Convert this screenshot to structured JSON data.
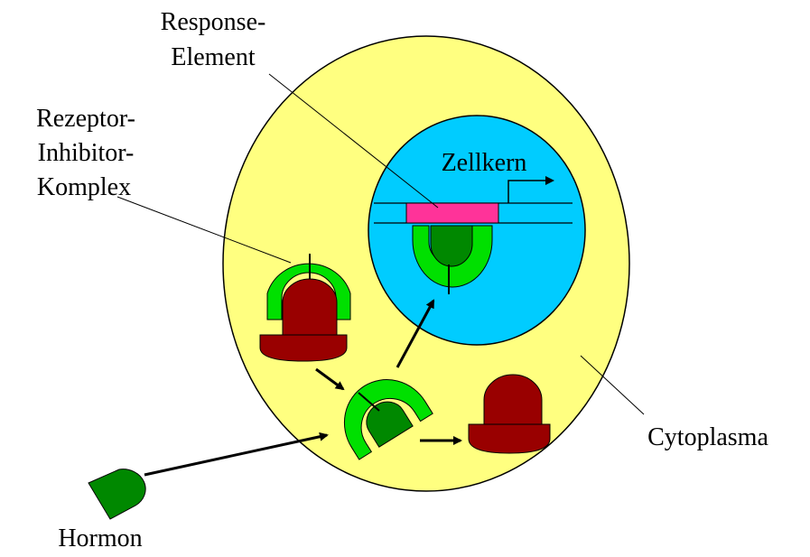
{
  "labels": {
    "response_element_1": "Response-",
    "response_element_2": "Element",
    "receptor_complex_1": "Rezeptor-",
    "receptor_complex_2": "Inhibitor-",
    "receptor_complex_3": "Komplex",
    "nucleus": "Zellkern",
    "cytoplasm": "Cytoplasma",
    "hormone": "Hormon"
  },
  "colors": {
    "cytoplasm": "#ffff80",
    "nucleus": "#00ccff",
    "response_element": "#ff3399",
    "receptor": "#00e000",
    "hormone": "#008800",
    "inhibitor": "#990000",
    "line": "#000000"
  }
}
